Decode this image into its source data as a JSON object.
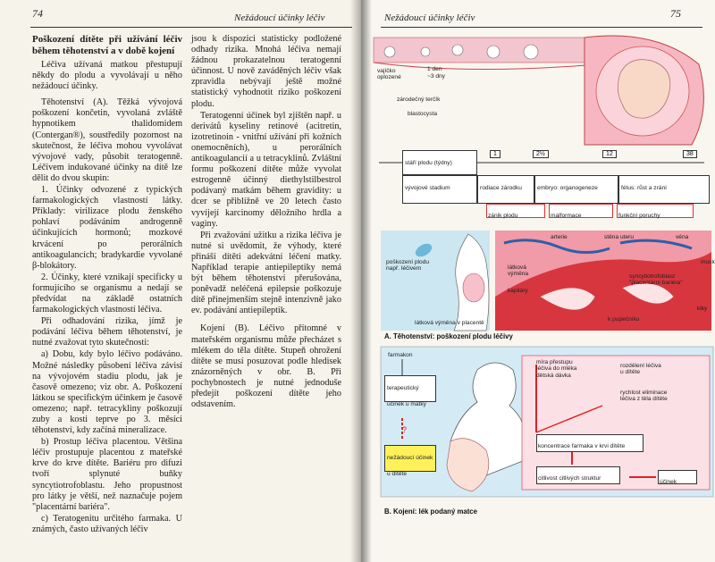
{
  "left_page": {
    "page_number": "74",
    "running_head": "Nežádoucí účinky léčiv",
    "column1": {
      "heading": "Poškození dítěte při užívání léčiv během těhotenství a v době kojení",
      "p1": "Léčiva užívaná matkou přestupují někdy do plodu a vyvolávají u něho nežádoucí účinky.",
      "p2": "Těhotenství (A). Těžká vývojová poškození končetin, vyvolaná zvláště hypnotikem thalidomidem (Contergan®), soustředily pozornost na skutečnost, že léčiva mohou vyvolávat vývojové vady, působit teratogenně. Léčivem indukované účinky na dítě lze dělit do dvou skupin:",
      "p3": "1. Účinky odvozené z typických farmakologických vlastností látky. Příklady: virilizace plodu ženského pohlaví podáváním androgenně účinkujících hormonů; mozkové krvácení po perorálních antikoagulancích; bradykardie vyvolané β-blokátory.",
      "p4": "2. Účinky, které vznikají specificky u formujícího se organismu a nedají se předvídat na základě ostatních farmakologických vlastností léčiva.",
      "p5": "Při odhadování rizika, jímž je podávání léčiva během těhotenství, je nutné zvažovat tyto skutečnosti:",
      "p6": "a) Dobu, kdy bylo léčivo podáváno. Možné následky působení léčiva závisí na vývojovém stadiu plodu, jak je časově omezeno; viz obr. A. Poškození látkou se specifickým účinkem je časově omezeno; např. tetracykliny poškozují zuby a kosti teprve po 3. měsíci těhotenství, kdy začíná mineralizace.",
      "p7": "b) Prostup léčiva placentou. Většina léčiv prostupuje placentou z mateřské krve do krve dítěte. Bariéru pro difuzi tvoří splynuté buňky syncytiotrofoblastu. Jeho propustnost pro látky je větší, než naznačuje pojem \"placentární bariéra\".",
      "p8": "c) Teratogenitu určitého farmaka. U známých, často užívaných léčiv"
    },
    "column2": {
      "p1": "jsou k dispozici statisticky podložené odhady rizika. Mnohá léčiva nemají žádnou prokazatelnou teratogenní účinnost. U nově zaváděných léčiv však zpravidla nebývají ještě možné statistický vyhodnotit riziko poškození plodu.",
      "p2": "Teratogenní účinek byl zjištěn např. u derivátů kyseliny retinové (acitretin, izotretinoin - vnitřní užívání při kožních onemocněních), u perorálních antikoagulancií a u tetracyklinů. Zvláštní formu poškození dítěte může vyvolat estrogenně účinný diethylstilbestrol podávaný matkám během gravidity: u dcer se přiblížně ve 20 letech často vyvíjejí karcinomy děložního hrdla a vaginy.",
      "p3": "Při zvažování užitku a rizika léčiva je nutné si uvědomit, že výhody, které přináší dítěti adekvátní léčení matky. Například terapie antiepileptiky nemá být během těhotenství přerušována, poněvadž neléčená epilepsie poškozuje dítě přinejmenším stejně intenzivně jako ev. podávání antiepileptik.",
      "p4": "Kojení (B). Léčivo přítomné v mateřském organismu může přecházet s mlékem do těla dítěte. Stupeň ohrožení dítěte se musí posuzovat podle hledisek znázorněných v obr. B. Při pochybnostech je nutné jednoduše předejít poškození dítěte jeho odstavením."
    }
  },
  "right_page": {
    "page_number": "75",
    "running_head": "Nežádoucí účinky léčiv",
    "figure_a": {
      "caption": "A. Těhotenství: poškození plodu léčivy",
      "labels": {
        "oocyte": "vajíčko oplozené",
        "day1": "1 den",
        "day3": "~3 dny",
        "germ_disc": "zárodečný terčík",
        "blastocyst": "blastocysta",
        "age": "stáří plodu (týdny)",
        "stage": "vývojové stadium",
        "embryo_early": "rodiace zárodku",
        "embryo": "embryo: organogeneze",
        "fetus": "fétus: růst a zrání",
        "loss": "zánik plodu",
        "malformation": "malformace",
        "dysfunction": "funkční poruchy",
        "damage": "poškození plodu např. léčivem",
        "artery": "arterie",
        "uterus_wall": "stěna uteru",
        "vein": "véna",
        "muscle": "muska",
        "exchange": "látková výměna",
        "capillary": "kapiláry",
        "syncytio": "syncytiotrofoblast \"placentární bariéra\"",
        "exchange_placenta": "látková výměna v placentě",
        "cord": "k pupečníku",
        "vili": "klky"
      },
      "weeks": [
        "1",
        "2½",
        "12",
        "38"
      ]
    },
    "figure_b": {
      "caption": "B. Kojení: lék podaný matce",
      "labels": {
        "drug": "farmakon",
        "therapeutic": "terapeutický účinek u matky",
        "adverse": "nežádoucí účinek u dítěte",
        "milk_transfer": "míra přestupu léčiva do mléka dětská dávka",
        "distribution": "rozdělení léčiva u dítěte",
        "elimination": "rychlost eliminace léčiva z těla dítěte",
        "concentration": "koncentrace farmaka v krvi dítěte",
        "sensitivity": "citlivost citlivých struktur",
        "effect": "účinek",
        "question": "?"
      }
    }
  },
  "colors": {
    "paper": "#f6f3ea",
    "diagram_red": "#d6343a",
    "diagram_pink": "#f0a8b6",
    "diagram_blue": "#b7d9ea",
    "diagram_yellow": "#fff15a",
    "diagram_teal": "#3d9fb8"
  }
}
